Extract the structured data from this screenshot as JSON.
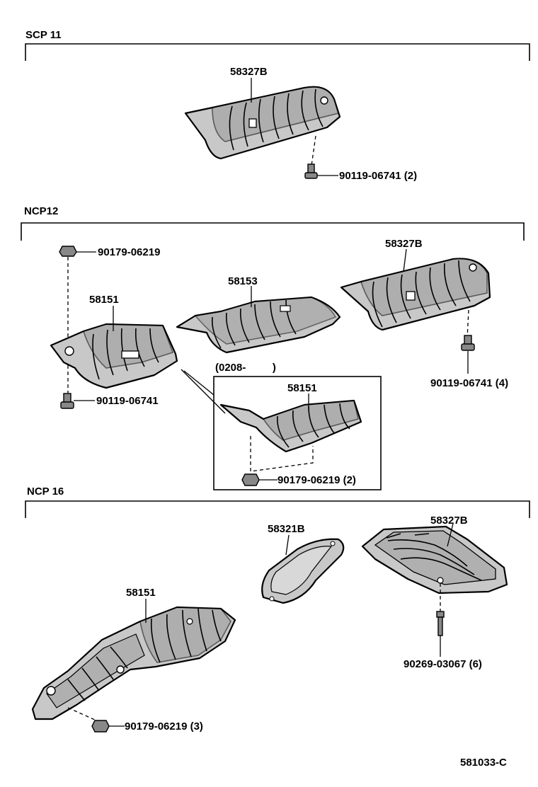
{
  "sections": {
    "scp11": "SCP 11",
    "ncp12": "NCP12",
    "ncp16": "NCP 16"
  },
  "parts": {
    "scp11_cover": "58327B",
    "scp11_bolt": "90119-06741 (2)",
    "ncp12_nut_top": "90179-06219",
    "ncp12_front": "58151",
    "ncp12_bolt_left": "90119-06741",
    "ncp12_center": "58153",
    "ncp12_rear": "58327B",
    "ncp12_bolt_right": "90119-06741 (4)",
    "inset_date": "(0208-         )",
    "inset_part": "58151",
    "inset_nut": "90179-06219 (2)",
    "ncp16_insulator": "58321B",
    "ncp16_rear": "58327B",
    "ncp16_clip": "90269-03067 (6)",
    "ncp16_front": "58151",
    "ncp16_nut": "90179-06219 (3)"
  },
  "figure_code": "581033-C"
}
